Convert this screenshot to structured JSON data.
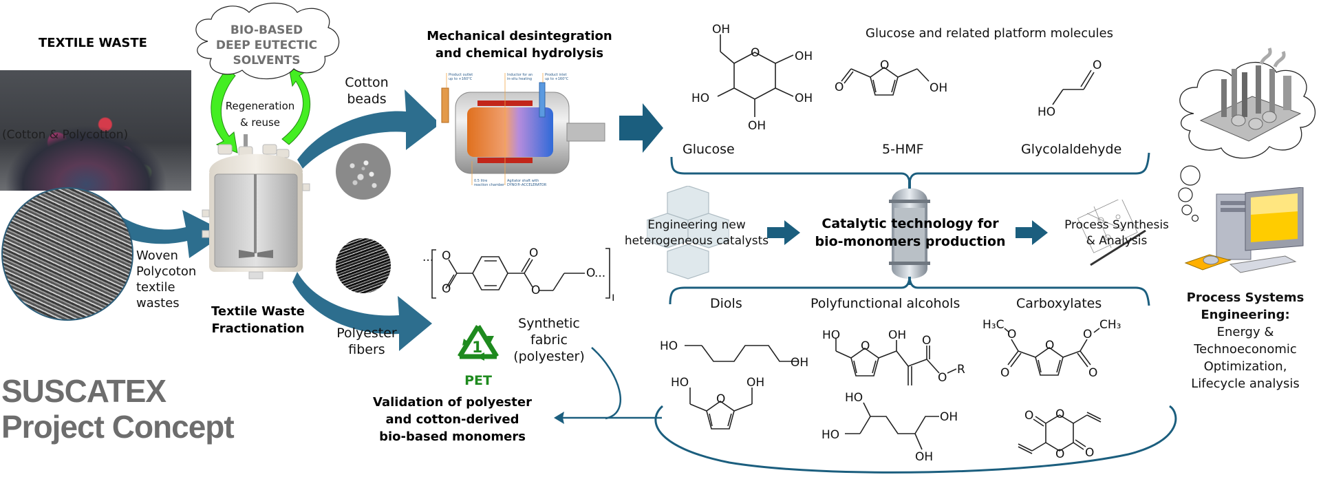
{
  "title": {
    "line1": "SUSCATEX",
    "line2": "Project Concept"
  },
  "textile_waste": {
    "heading": "TEXTILE WASTE",
    "photo_caption": "(Cotton & Polycotton)",
    "woven_label": [
      "Woven",
      "Polycoton",
      "textile",
      "wastes"
    ]
  },
  "solvent_cloud": {
    "lines": [
      "BIO-BASED",
      "DEEP EUTECTIC",
      "SOLVENTS"
    ],
    "regeneration": [
      "Regeneration",
      "& reuse"
    ]
  },
  "fractionation": {
    "label": [
      "Textile Waste",
      "Fractionation"
    ]
  },
  "cotton_branch": {
    "label": [
      "Cotton",
      "beads"
    ]
  },
  "polyester_branch": {
    "label": [
      "Polyester",
      "fibers"
    ]
  },
  "hydrolysis": {
    "heading": [
      "Mechanical desintegration",
      "and chemical hydrolysis"
    ],
    "mill_callouts": {
      "outlet": [
        "Product outlet",
        "up to +160°C"
      ],
      "inductor": [
        "Inductor for an",
        "in-situ heating"
      ],
      "inlet": [
        "Product inlet",
        "up to +160°C"
      ],
      "chamber": [
        "0.5 litre",
        "reaction chamber"
      ],
      "shaft": [
        "Agitator shaft with",
        "DYNO®-ACCELERATOR"
      ]
    }
  },
  "platform_molecules": {
    "heading": "Glucose and related platform molecules",
    "molecules": [
      "Glucose",
      "5-HMF",
      "Glycolaldehyde"
    ]
  },
  "pet": {
    "recycle_code": "1",
    "recycle_label": "PET",
    "caption": [
      "Synthetic",
      "fabric",
      "(polyester)"
    ],
    "repeat_subscript": "n",
    "ellipsis": "..."
  },
  "catalysis": {
    "catalyst_label": [
      "Engineering new",
      "heterogeneous catalysts"
    ],
    "center_label": [
      "Catalytic technology for",
      "bio-monomers production"
    ],
    "process_label": [
      "Process Synthesis",
      "& Analysis"
    ]
  },
  "products": {
    "categories": [
      "Diols",
      "Polyfunctional alcohols",
      "Carboxylates"
    ]
  },
  "validation": {
    "label": [
      "Validation of polyester",
      "and cotton-derived",
      "bio-based monomers"
    ]
  },
  "pse": {
    "heading": [
      "Process Systems",
      "Engineering:"
    ],
    "body": [
      "Energy &",
      "Technoeconomic",
      "Optimization,",
      "Lifecycle analysis"
    ]
  },
  "colors": {
    "arrow_blue": "#1b5e7e",
    "regen_green": "#33ee22",
    "pet_green": "#1e8a1e",
    "title_gray": "#6d6d6d"
  }
}
